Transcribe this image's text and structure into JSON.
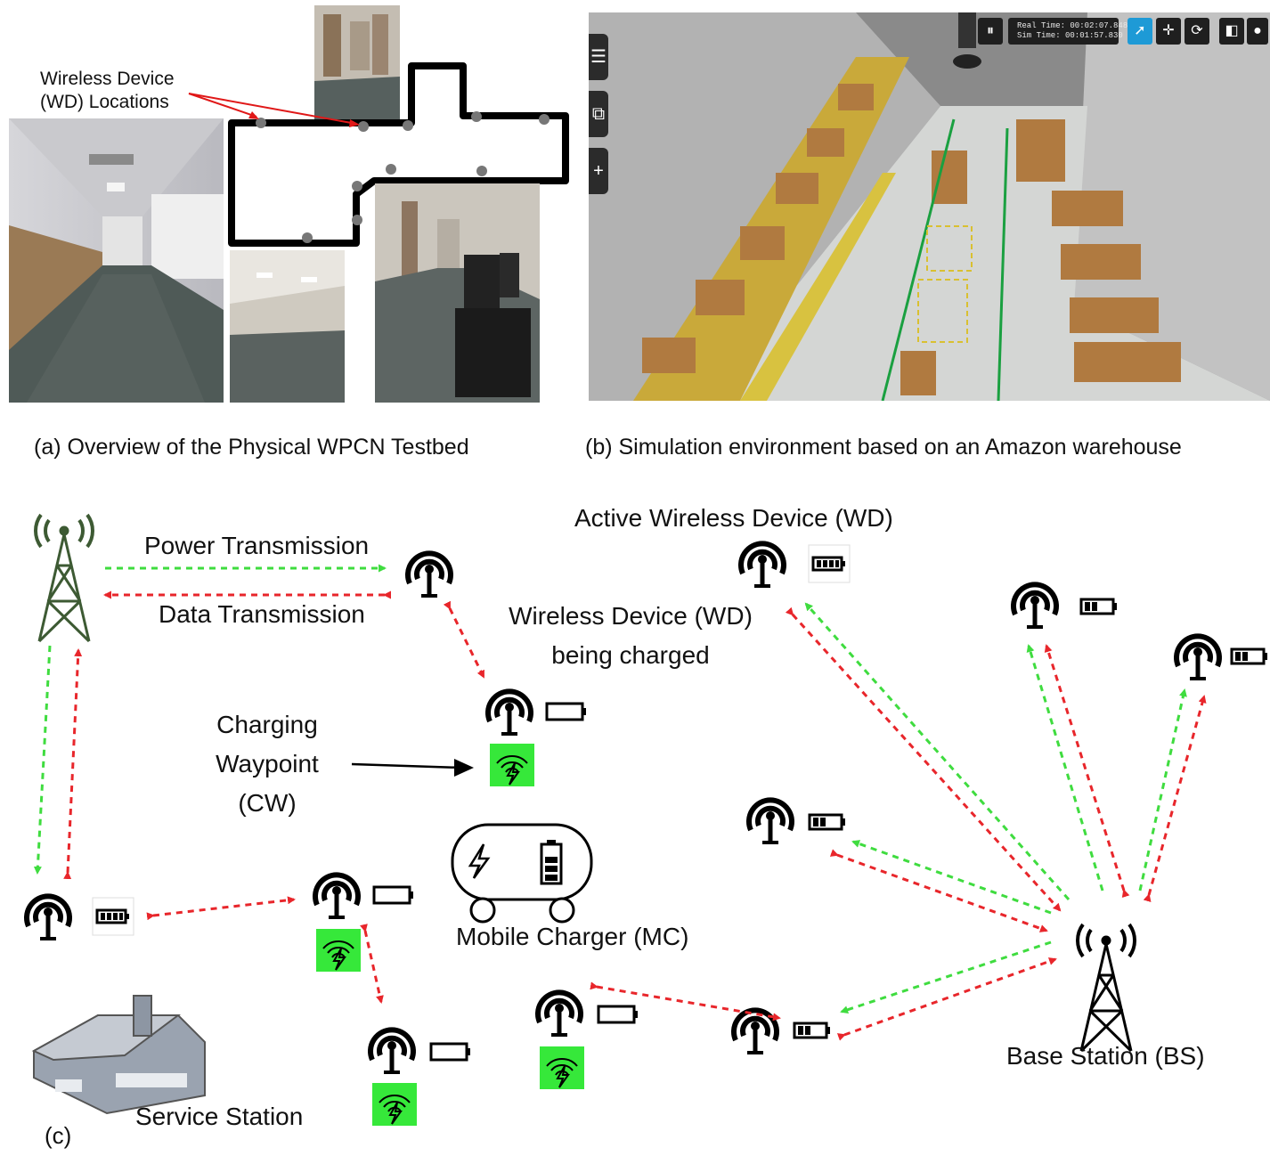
{
  "panel_a": {
    "caption": "(a) Overview of the Physical WPCN Testbed",
    "annotation_line1": "Wireless Device",
    "annotation_line2": "(WD) Locations"
  },
  "panel_b": {
    "caption": "(b) Simulation environment based on an Amazon warehouse",
    "real_time": "Real Time: 00:02:07.848",
    "sim_time": "Sim Time: 00:01:57.830",
    "side_buttons": [
      "☰",
      "⧉",
      "+"
    ]
  },
  "panel_c": {
    "power_transmission": "Power Transmission",
    "data_transmission": "Data Transmission",
    "active_wd": "Active Wireless Device (WD)",
    "wd_charged_line1": "Wireless Device (WD)",
    "wd_charged_line2": "being charged",
    "charging_waypoint_line1": "Charging",
    "charging_waypoint_line2": "Waypoint",
    "charging_waypoint_line3": "(CW)",
    "mobile_charger": "Mobile Charger (MC)",
    "base_station": "Base Station (BS)",
    "service_station": "Service Station",
    "panel_label": "(c)"
  },
  "colors": {
    "power_arrow": "#3fdc3f",
    "data_arrow": "#e8262b",
    "charging_pad": "#36e83a",
    "tower": "#3d5a33"
  }
}
